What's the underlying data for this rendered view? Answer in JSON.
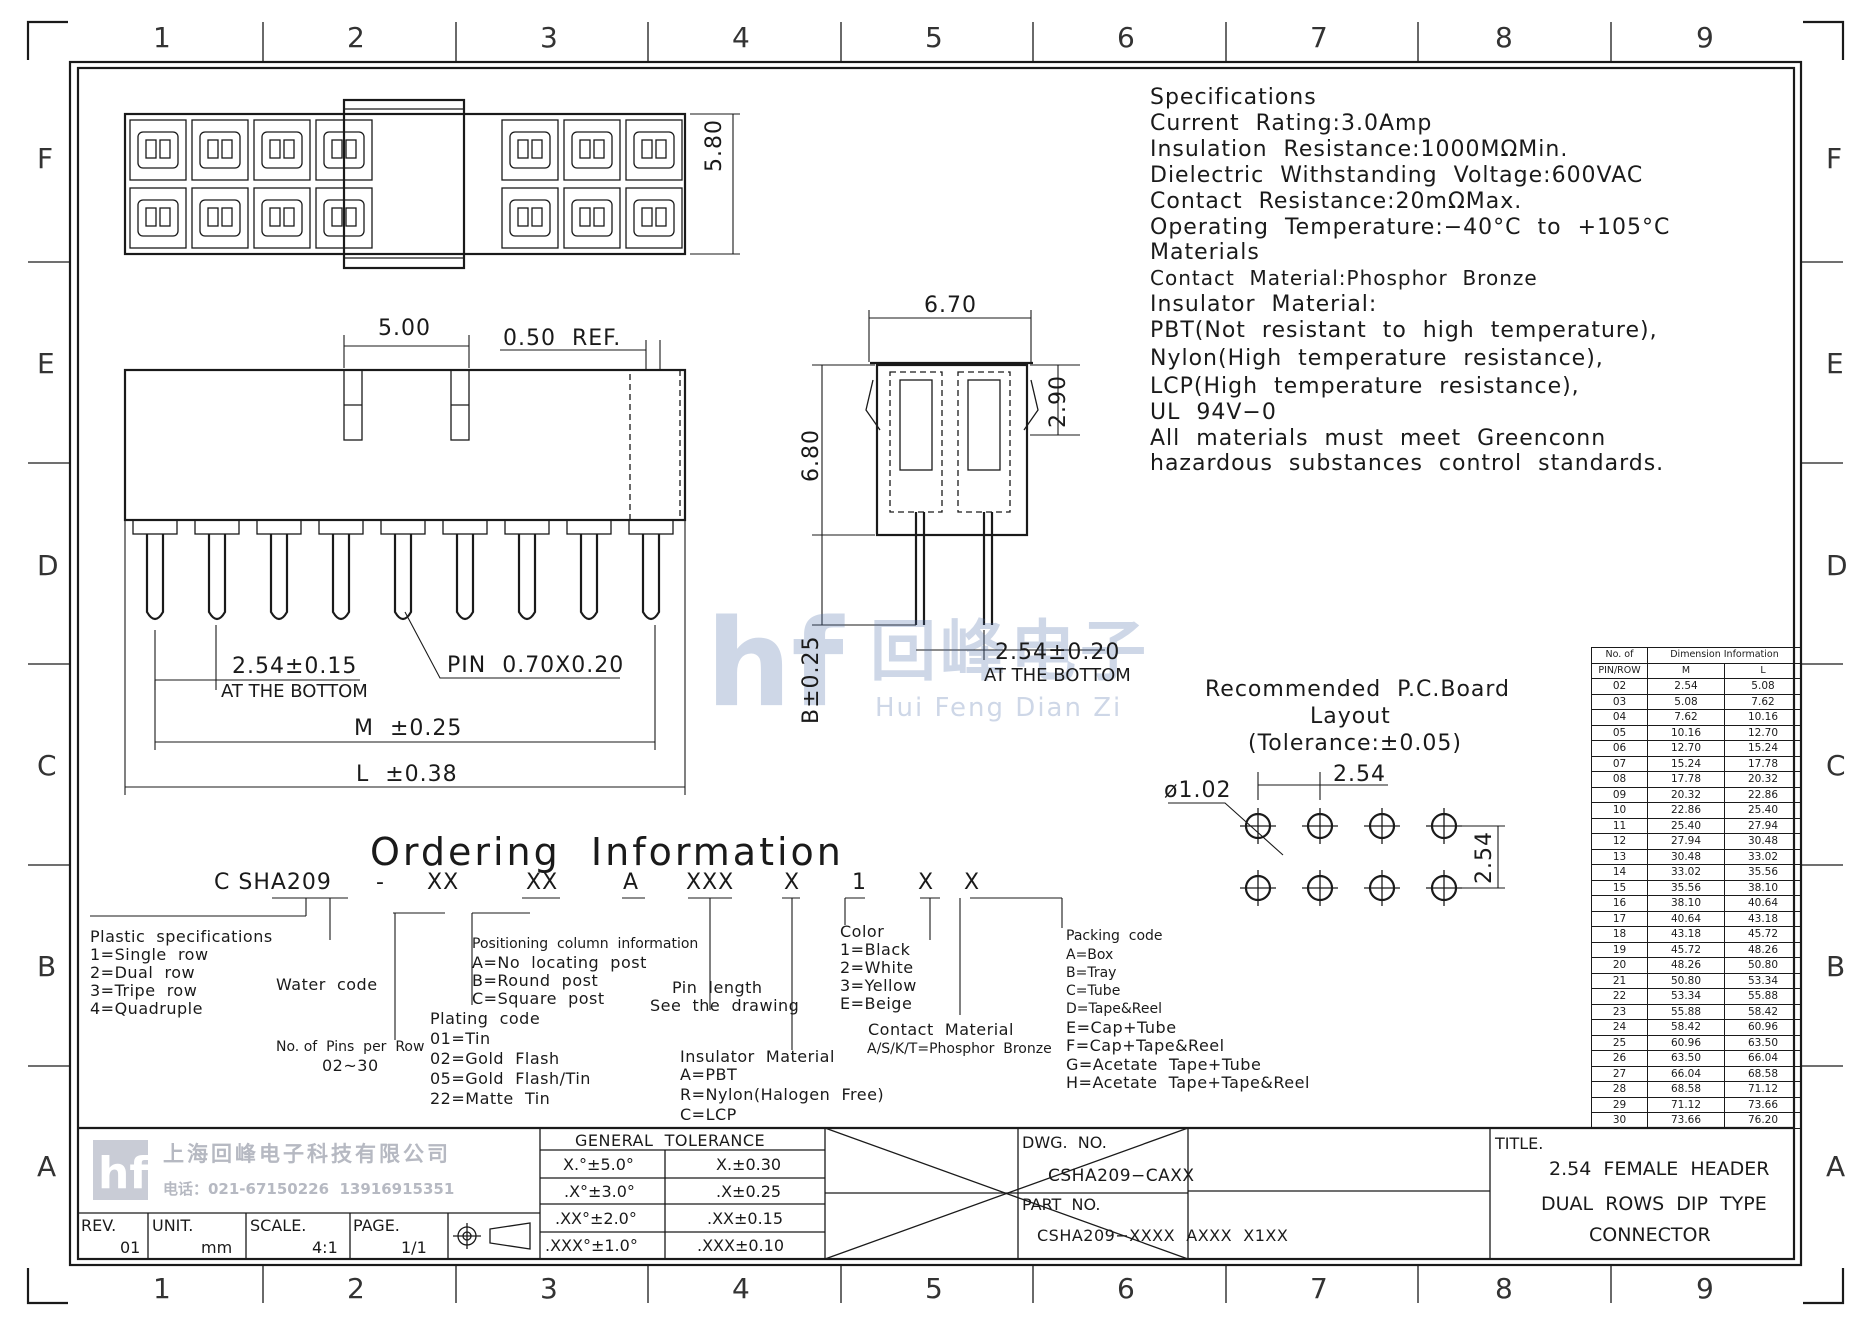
{
  "zones": {
    "columns": [
      "1",
      "2",
      "3",
      "4",
      "5",
      "6",
      "7",
      "8",
      "9"
    ],
    "rows": [
      "F",
      "E",
      "D",
      "C",
      "B",
      "A"
    ]
  },
  "specifications": [
    "Specifications",
    "Current  Rating:3.0Amp",
    "Insulation  Resistance:1000MΩMin.",
    "Dielectric  Withstanding  Voltage:600VAC",
    "Contact  Resistance:20mΩMax.",
    "Operating  Temperature:−40°C  to  +105°C",
    "Materials",
    "Contact  Material:Phosphor  Bronze",
    "Insulator  Material:",
    "PBT(Not  resistant  to  high  temperature),",
    "Nylon(High  temperature  resistance),",
    "LCP(High  temperature  resistance),",
    "UL  94V−0",
    "All  materials  must  meet  Greenconn",
    "hazardous  substances  control  standards."
  ],
  "dimensions": {
    "top_height": "5.80",
    "pitch_5": "5.00",
    "ref": "0.50  REF.",
    "pitch_bottom": "2.54±0.15",
    "pitch_bottom_note": "AT THE BOTTOM",
    "pin": "PIN  0.70X0.20",
    "m": "M  ±0.25",
    "l": "L  ±0.38",
    "side_width": "6.70",
    "side_height": "6.80",
    "side_top": "2.90",
    "tail": "B±0.25",
    "row_pitch": "2.54±0.20",
    "row_pitch_note": "AT THE BOTTOM"
  },
  "pcb_layout": {
    "title_1": "Recommended  P.C.Board",
    "title_2": "Layout",
    "title_3": "(Tolerance:±0.05)",
    "hole": "ø1.02",
    "pitch_x": "2.54",
    "pitch_y": "2.54"
  },
  "ordering": {
    "title": "Ordering  Information",
    "code": [
      "C SHA209",
      "-",
      "XX",
      "XX",
      "A",
      "XXX",
      "X",
      "1",
      "X",
      "X"
    ],
    "plastic": [
      "Plastic  specifications",
      "1=Single  row",
      "2=Dual  row",
      "3=Tripe  row",
      "4=Quadruple"
    ],
    "water": "Water  code",
    "pins_per_row": [
      "No. of  Pins  per  Row",
      "02~30"
    ],
    "positioning": [
      "Positioning  column  information",
      "A=No  locating  post",
      "B=Round  post",
      "C=Square  post"
    ],
    "plating": [
      "Plating  code",
      "01=Tin",
      "02=Gold  Flash",
      "05=Gold  Flash/Tin",
      "22=Matte  Tin"
    ],
    "pin_length": [
      "Pin  length",
      "See  the  drawing"
    ],
    "insulator": [
      "Insulator  Material",
      "A=PBT",
      "R=Nylon(Halogen  Free)",
      "C=LCP"
    ],
    "color": [
      "Color",
      "1=Black",
      "2=White",
      "3=Yellow",
      "E=Beige"
    ],
    "contact": [
      "Contact  Material",
      "A/S/K/T=Phosphor  Bronze"
    ],
    "packing": [
      "Packing  code",
      "A=Box",
      "B=Tray",
      "C=Tube",
      "D=Tape&Reel",
      "E=Cap+Tube",
      "F=Cap+Tape&Reel",
      "G=Acetate  Tape+Tube",
      "H=Acetate  Tape+Tape&Reel"
    ]
  },
  "dimension_table": {
    "header_1": "No. of",
    "header_1b": "PIN/ROW",
    "header_2": "Dimension  Information",
    "col_m": "M",
    "col_l": "L",
    "rows": [
      [
        "02",
        "2.54",
        "5.08"
      ],
      [
        "03",
        "5.08",
        "7.62"
      ],
      [
        "04",
        "7.62",
        "10.16"
      ],
      [
        "05",
        "10.16",
        "12.70"
      ],
      [
        "06",
        "12.70",
        "15.24"
      ],
      [
        "07",
        "15.24",
        "17.78"
      ],
      [
        "08",
        "17.78",
        "20.32"
      ],
      [
        "09",
        "20.32",
        "22.86"
      ],
      [
        "10",
        "22.86",
        "25.40"
      ],
      [
        "11",
        "25.40",
        "27.94"
      ],
      [
        "12",
        "27.94",
        "30.48"
      ],
      [
        "13",
        "30.48",
        "33.02"
      ],
      [
        "14",
        "33.02",
        "35.56"
      ],
      [
        "15",
        "35.56",
        "38.10"
      ],
      [
        "16",
        "38.10",
        "40.64"
      ],
      [
        "17",
        "40.64",
        "43.18"
      ],
      [
        "18",
        "43.18",
        "45.72"
      ],
      [
        "19",
        "45.72",
        "48.26"
      ],
      [
        "20",
        "48.26",
        "50.80"
      ],
      [
        "21",
        "50.80",
        "53.34"
      ],
      [
        "22",
        "53.34",
        "55.88"
      ],
      [
        "23",
        "55.88",
        "58.42"
      ],
      [
        "24",
        "58.42",
        "60.96"
      ],
      [
        "25",
        "60.96",
        "63.50"
      ],
      [
        "26",
        "63.50",
        "66.04"
      ],
      [
        "27",
        "66.04",
        "68.58"
      ],
      [
        "28",
        "68.58",
        "71.12"
      ],
      [
        "29",
        "71.12",
        "73.66"
      ],
      [
        "30",
        "73.66",
        "76.20"
      ]
    ]
  },
  "watermark": {
    "cn": "回峰电子",
    "en": "Hui Feng Dian Zi"
  },
  "title_block": {
    "company": "上海回峰电子科技有限公司",
    "phone": "电话：021-67150226  13916915351",
    "rev_label": "REV.",
    "rev": "01",
    "unit_label": "UNIT.",
    "unit": "mm",
    "scale_label": "SCALE.",
    "scale": "4:1",
    "page_label": "PAGE.",
    "page": "1/1",
    "tolerance_title": "GENERAL  TOLERANCE",
    "tolerance": [
      [
        "X.°±5.0°",
        "X.±0.30"
      ],
      [
        ".X°±3.0°",
        ".X±0.25"
      ],
      [
        ".XX°±2.0°",
        ".XX±0.15"
      ],
      [
        ".XXX°±1.0°",
        ".XXX±0.10"
      ]
    ],
    "dwg_label": "DWG.  NO.",
    "dwg": "CSHA209−CAXX",
    "part_label": "PART  NO.",
    "part": "CSHA209−XXXX  AXXX  X1XX",
    "title_label": "TITLE.",
    "title": [
      "2.54  FEMALE  HEADER",
      "DUAL  ROWS  DIP  TYPE",
      "CONNECTOR"
    ]
  }
}
